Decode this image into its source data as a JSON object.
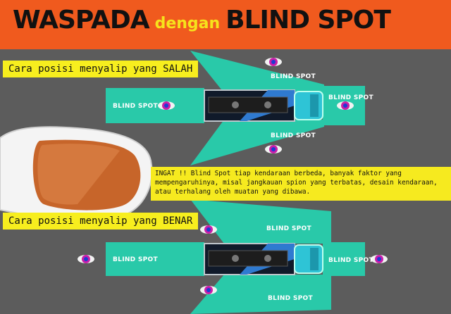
{
  "header": {
    "title_part1": "WASPADA",
    "title_part2": "dengan",
    "title_part3": "BLIND SPOT"
  },
  "section_wrong": {
    "label": "Cara posisi menyalip yang SALAH"
  },
  "section_right": {
    "label": "Cara posisi menyalip yang BENAR"
  },
  "note": {
    "text": "INGAT !! Blind Spot tiap kendaraan berbeda, banyak faktor yang mempengaruhinya, misal jangkauan spion yang terbatas, desain kendaraan, atau terhalang oleh muatan yang dibawa."
  },
  "blind_spot_labels": {
    "top_upper": "BLIND SPOT",
    "top_left": "BLIND SPOT",
    "top_right": "BLIND SPOT",
    "top_lower": "BLIND SPOT",
    "bottom_upper": "BLIND SPOT",
    "bottom_left": "BLIND SPOT",
    "bottom_right": "BLIND SPOT",
    "bottom_lower": "BLIND SPOT"
  },
  "colors": {
    "header_bg": "#f05a1e",
    "accent_yellow": "#f7ee1e",
    "road": "#5c5c5c",
    "zone": "#29c9a9",
    "truck_cab": "#2ec4d6",
    "motorbike": "#c81ea9"
  },
  "icons": [
    "side-mirror-icon",
    "truck-icon",
    "motorbike-icon"
  ]
}
